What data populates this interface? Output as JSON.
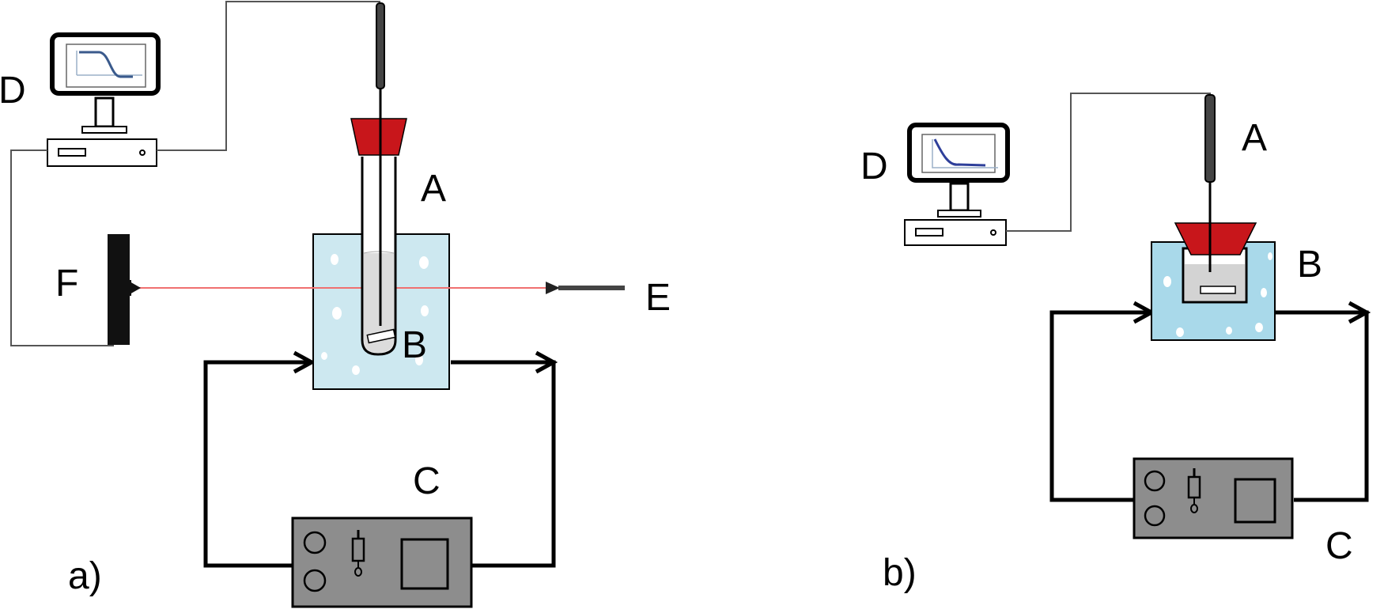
{
  "panels": {
    "a": {
      "caption": "a)",
      "labels": {
        "A": "A",
        "B": "B",
        "C": "C",
        "D": "D",
        "E": "E",
        "F": "F"
      }
    },
    "b": {
      "caption": "b)",
      "labels": {
        "A": "A",
        "B": "B",
        "C": "C",
        "D": "D"
      }
    }
  },
  "colors": {
    "stopper": "#c8161b",
    "bath": "#cde8f0",
    "bath_panel_b": "#a9d9ea",
    "bubble": "#ffffff",
    "liquid": "#d3d3d3",
    "controller": "#8d8d8d",
    "laser_beam": "#f07070",
    "curve": "#3a5a8c",
    "curve_panel_b": "#2e3f9a",
    "outline": "#000000",
    "wire": "#555555"
  },
  "icons": {
    "monitor": "monitor-icon",
    "cpu": "computer-case-icon",
    "controller": "temperature-controller-icon",
    "probe": "temperature-probe-icon",
    "laser": "laser-source-icon",
    "detector": "light-detector-icon"
  }
}
